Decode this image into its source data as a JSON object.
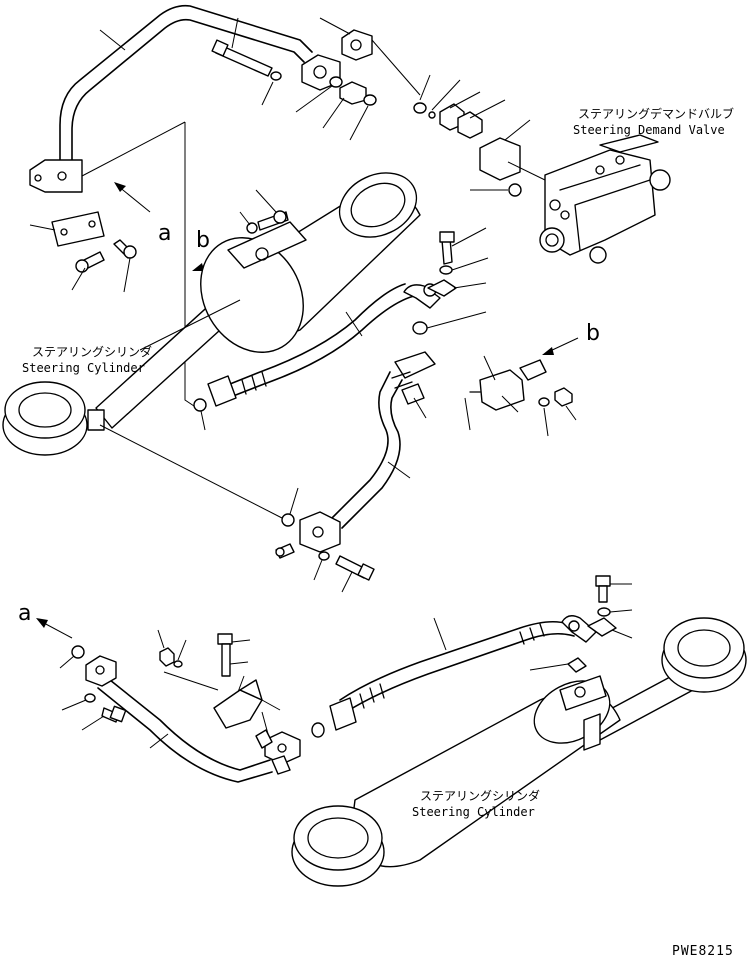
{
  "labels": {
    "steering_demand_valve_jp": "ステアリングデマンドバルブ",
    "steering_demand_valve_en": "Steering Demand Valve",
    "steering_cylinder_jp": "ステアリングシリンダ",
    "steering_cylinder_en": "Steering Cylinder",
    "steering_cylinder2_jp": "ステアリングシリンダ",
    "steering_cylinder2_en": "Steering Cylinder"
  },
  "callouts": {
    "a_top": "a",
    "b_top": "b",
    "b_right": "b",
    "a_bottom": "a"
  },
  "drawing_code": "PWE8215"
}
